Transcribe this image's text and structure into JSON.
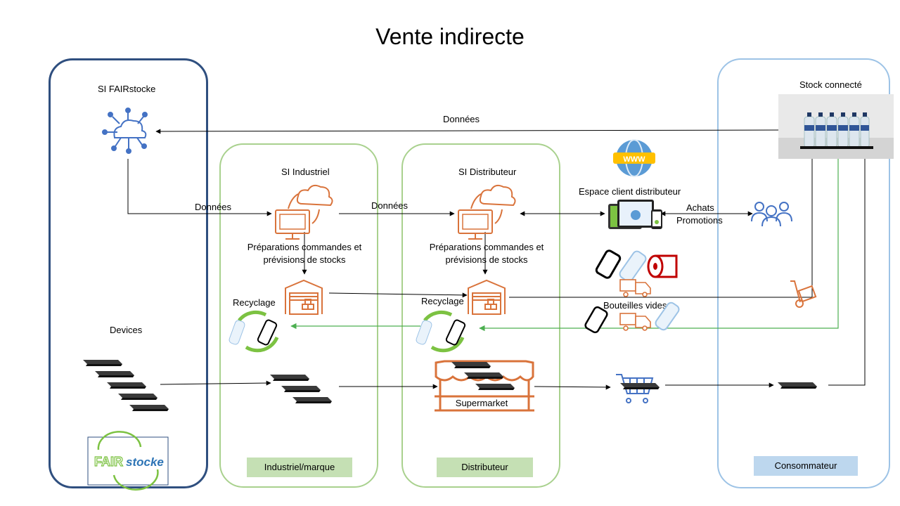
{
  "title": "Vente indirecte",
  "zones": {
    "si_fairstocke": "SI FAIRstocke",
    "devices": "Devices",
    "industriel_tag": "Industriel/marque",
    "distributeur_tag": "Distributeur",
    "consommateur_tag": "Consommateur",
    "stock_connecte": "Stock connecté"
  },
  "labels": {
    "donnees_top": "Données",
    "donnees_left": "Données",
    "donnees_mid": "Données",
    "si_industriel": "SI Industriel",
    "si_distributeur": "SI Distributeur",
    "prep_ind_1": "Préparations commandes et",
    "prep_ind_2": "prévisions de stocks",
    "prep_dist_1": "Préparations commandes et",
    "prep_dist_2": "prévisions de stocks",
    "recyclage_ind": "Recyclage",
    "recyclage_dist": "Recyclage",
    "espace_client": "Espace client distributeur",
    "achats": "Achats",
    "promotions": "Promotions",
    "bouteilles_vides": "Bouteilles vides",
    "supermarket": "Supermarket",
    "www": "WWW"
  },
  "logo": {
    "text_a": "FAIR",
    "text_b": "stocke"
  },
  "colors": {
    "fairstocke_border": "#2f4f7f",
    "green_border": "#a9d18e",
    "consumer_border": "#9dc3e6",
    "green_tag": "#c5e0b4",
    "blue_tag": "#bdd7ee",
    "orange": "#d9733b",
    "cloud_blue": "#4472c4",
    "recycle_green": "#7cc242"
  }
}
